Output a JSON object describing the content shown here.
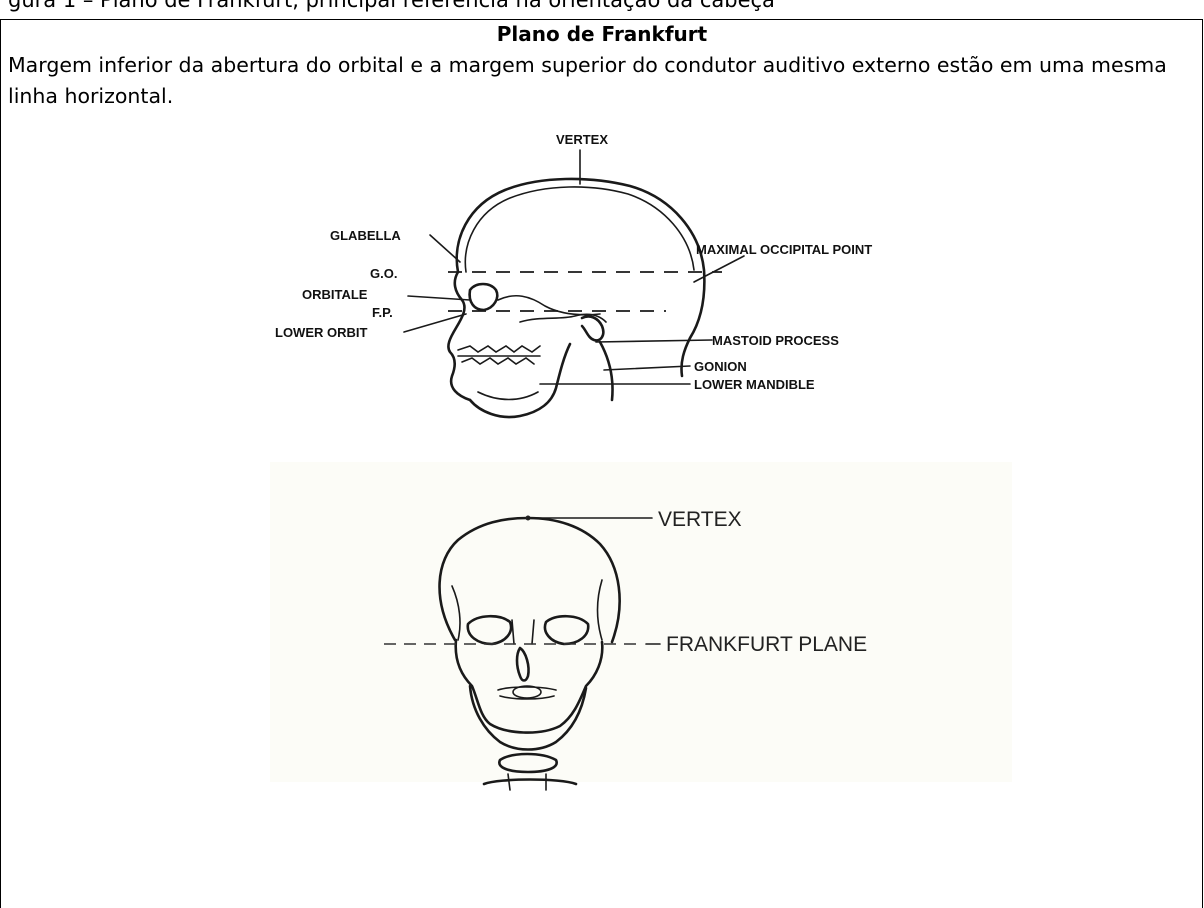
{
  "top_line": "gura 1 – Plano de Frankfurt, principal referência na orientação da cabeça",
  "title": "Plano de Frankfurt",
  "description": "Margem inferior da abertura do orbital e a margem superior do condutor auditivo externo estão em uma mesma linha horizontal.",
  "lateral_figure": {
    "labels": {
      "vertex": "VERTEX",
      "glabella": "GLABELLA",
      "go": "G.O.",
      "orbitale": "ORBITALE",
      "fp": "F.P.",
      "lower_orbit": "LOWER ORBIT",
      "maximal_occipital": "MAXIMAL OCCIPITAL POINT",
      "mastoid": "MASTOID PROCESS",
      "gonion": "GONION",
      "lower_mandible": "LOWER MANDIBLE"
    }
  },
  "frontal_figure": {
    "labels": {
      "vertex": "VERTEX",
      "frankfurt_plane": "FRANKFURT PLANE"
    }
  }
}
